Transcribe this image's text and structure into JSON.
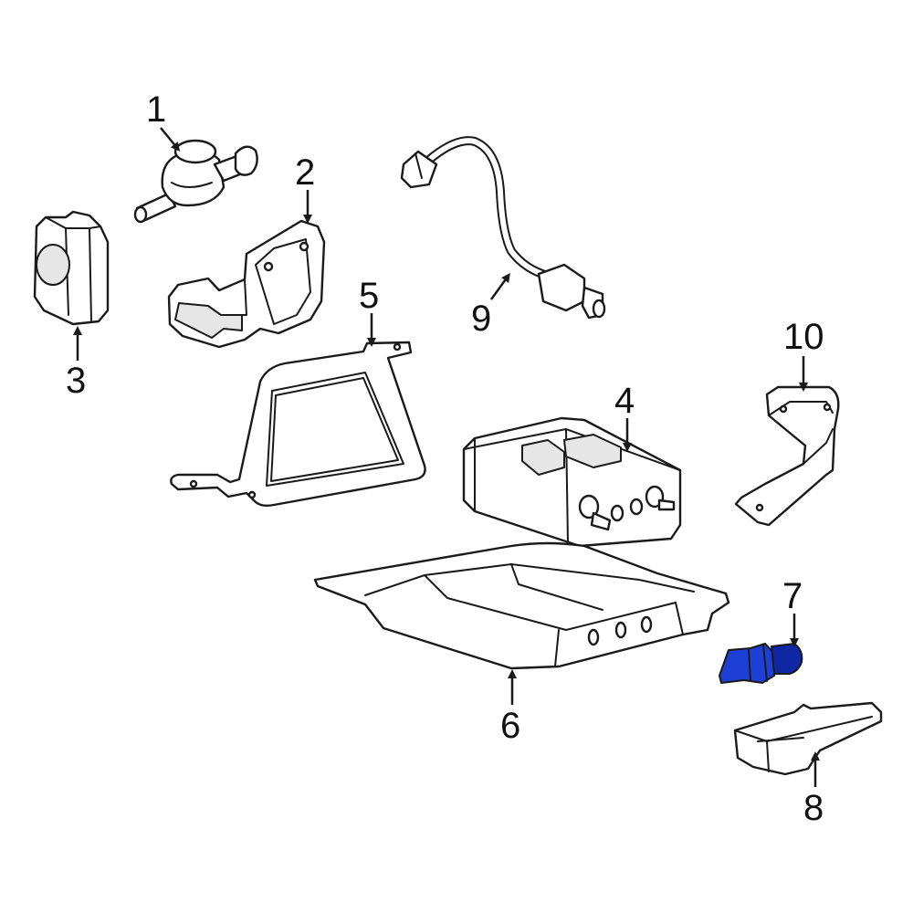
{
  "colors": {
    "highlight": "#1e3fd6",
    "highlight_dark": "#0f27a3"
  },
  "callouts": [
    {
      "id": "1",
      "label": "1"
    },
    {
      "id": "2",
      "label": "2"
    },
    {
      "id": "3",
      "label": "3"
    },
    {
      "id": "4",
      "label": "4"
    },
    {
      "id": "5",
      "label": "5"
    },
    {
      "id": "6",
      "label": "6"
    },
    {
      "id": "7",
      "label": "7",
      "highlighted": true
    },
    {
      "id": "8",
      "label": "8"
    },
    {
      "id": "9",
      "label": "9"
    },
    {
      "id": "10",
      "label": "10"
    }
  ]
}
